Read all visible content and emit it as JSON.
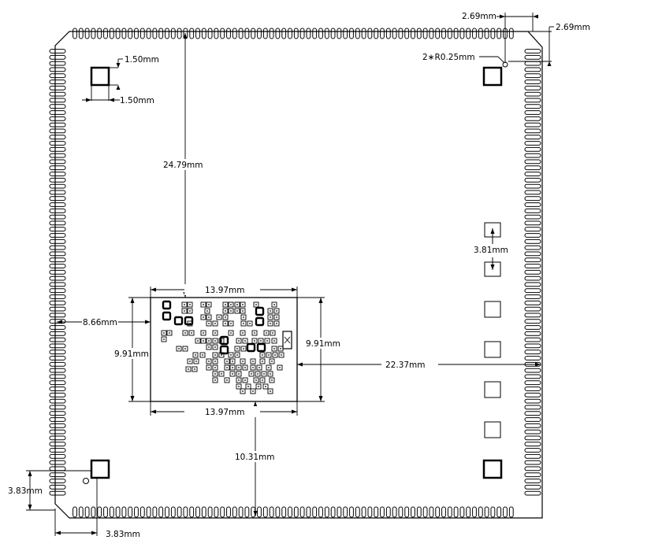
{
  "title": "",
  "dimensions": {
    "top_right_x": "2.69mm",
    "top_right_y": "2.69mm",
    "corner_radius": "2∗R0.25mm",
    "pad_size_a": "1.50mm",
    "pad_size_b": "1.50mm",
    "board_top_to_chip": "24.79mm",
    "pad_pitch": "3.81mm",
    "chip_width_top": "13.97mm",
    "chip_width_bottom": "13.97mm",
    "left_to_chip": "8.66mm",
    "chip_height_left": "9.91mm",
    "chip_height_right": "9.91mm",
    "chip_to_right": "22.37mm",
    "chip_to_bottom": "10.31mm",
    "bottom_left_y": "3.83mm",
    "bottom_left_x": "3.83mm"
  },
  "colors": {
    "ink": "#000000",
    "background": "#ffffff"
  }
}
